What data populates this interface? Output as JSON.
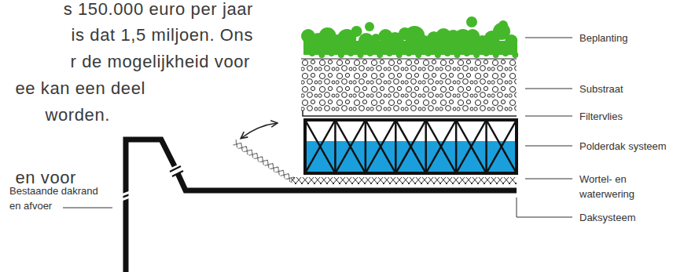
{
  "diagram": {
    "labels": [
      "s 150.000 euro per jaar",
      "is dat 1,5 miljoen. Ons",
      "r de mogelijkheid voor",
      "ee kan een deel",
      "worden.",
      "en voor",
      "Bestaande dakrand en afvoer",
      "Beplanting",
      "Substraat",
      "Filtervlies",
      "Polderdak systeem",
      "Wortel- en waterwering",
      "Daksysteem"
    ]
  }
}
